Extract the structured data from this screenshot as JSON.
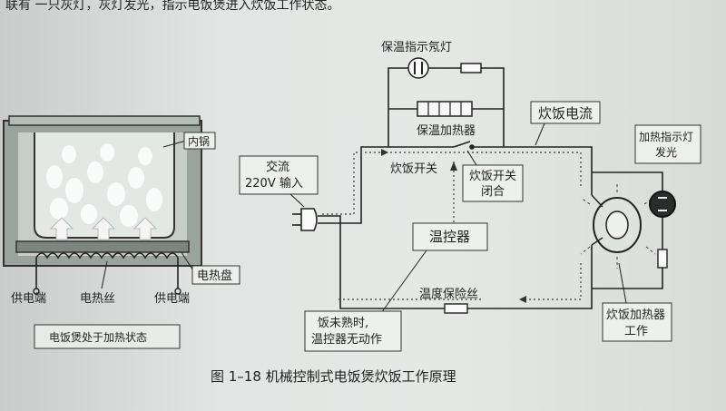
{
  "header_text": "联有 一只灰灯，灰灯发光，指示电饭煲进入炊饭工作状态。",
  "cooker": {
    "inner_pot": "内锅",
    "heating_plate": "电热盘",
    "supply_left": "供电端",
    "heating_wire": "电热丝",
    "supply_right": "供电端",
    "state_box": "电饭煲处于加热状态"
  },
  "circuit": {
    "warm_lamp": "保温指示氖灯",
    "warm_heater": "保温加热器",
    "cook_current": "炊饭电流",
    "ac_input_line1": "交流",
    "ac_input_line2": "220V 输入",
    "cook_switch": "炊饭开关",
    "switch_closed_line1": "炊饭开关",
    "switch_closed_line2": "闭合",
    "thermostat": "温控器",
    "heat_lamp_line1": "加热指示灯",
    "heat_lamp_line2": "发光",
    "fuse": "温度保险丝",
    "note_line1": "饭未熟时,",
    "note_line2": "温控器无动作",
    "cook_heater_line1": "炊饭加热器",
    "cook_heater_line2": "工作"
  },
  "caption": "图 1–18   机械控制式电饭煲炊饭工作原理"
}
